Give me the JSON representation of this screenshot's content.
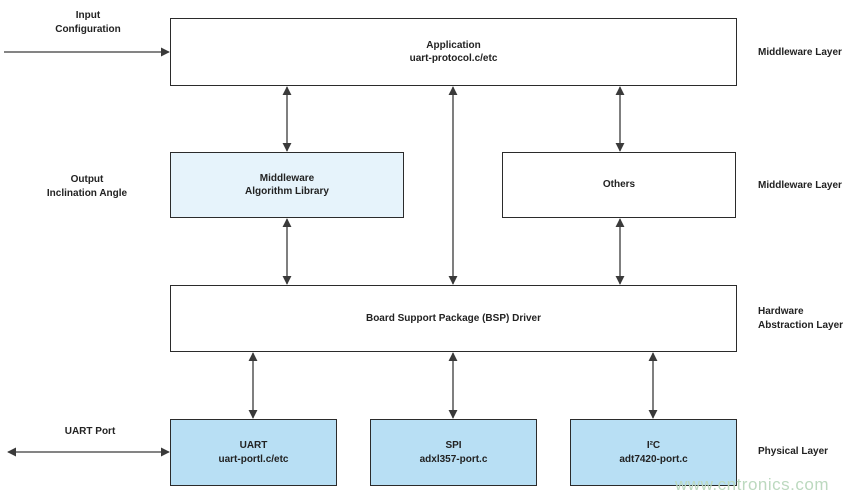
{
  "boxes": {
    "application": {
      "line1": "Application",
      "line2": "uart-protocol.c/etc"
    },
    "middleware": {
      "line1": "Middleware",
      "line2": "Algorithm Library"
    },
    "others": {
      "line1": "Others"
    },
    "bsp": {
      "line1": "Board Support Package (BSP) Driver"
    },
    "uart": {
      "line1": "UART",
      "line2": "uart-portl.c/etc"
    },
    "spi": {
      "line1": "SPI",
      "line2": "adxl357-port.c"
    },
    "i2c": {
      "line1": "I²C",
      "line2": "adt7420-port.c"
    }
  },
  "left_labels": {
    "input": {
      "line1": "Input",
      "line2": "Configuration"
    },
    "output": {
      "line1": "Output",
      "line2": "Inclination Angle"
    },
    "uart_port": {
      "line1": "UART Port"
    }
  },
  "layer_labels": {
    "top": {
      "line1": "Middleware Layer"
    },
    "middle": {
      "line1": "Middleware Layer"
    },
    "hal": {
      "line1": "Hardware",
      "line2": "Abstraction Layer"
    },
    "physical": {
      "line1": "Physical Layer"
    }
  },
  "watermark": "www.cntronics.com",
  "colors": {
    "box_border": "#2b2b2b",
    "middleware_fill": "#e6f3fb",
    "physical_fill": "#b8dff4",
    "arrow": "#3a3a3a"
  }
}
